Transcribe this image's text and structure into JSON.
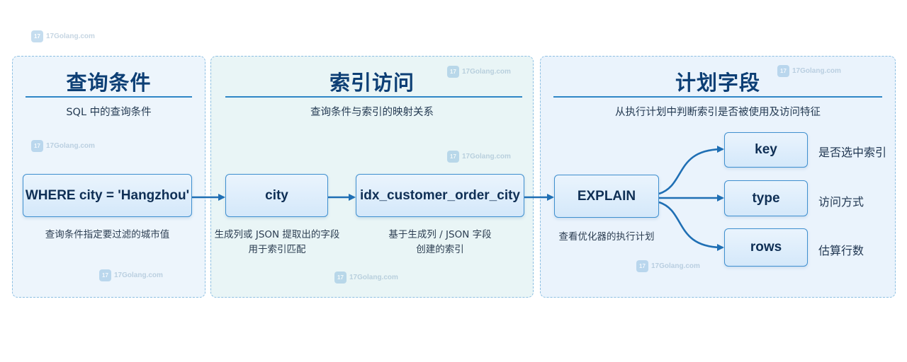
{
  "watermark": {
    "text": "17Golang.com",
    "logo": "17"
  },
  "panels": {
    "query": {
      "title": "查询条件",
      "subtitle": "SQL 中的查询条件",
      "node": "WHERE city = 'Hangzhou'",
      "caption": "查询条件指定要过滤的城市值"
    },
    "index": {
      "title": "索引访问",
      "subtitle": "查询条件与索引的映射关系",
      "node_column": "city",
      "caption_column": [
        "生成列或 JSON 提取出的字段",
        "用于索引匹配"
      ],
      "node_index": "idx_customer_order_city",
      "caption_index": [
        "基于生成列 / JSON 字段",
        "创建的索引"
      ]
    },
    "plan": {
      "title": "计划字段",
      "subtitle": "从执行计划中判断索引是否被使用及访问特征",
      "node": "EXPLAIN",
      "caption": "查看优化器的执行计划",
      "fields": [
        {
          "name": "key",
          "desc": "是否选中索引"
        },
        {
          "name": "type",
          "desc": "访问方式"
        },
        {
          "name": "rows",
          "desc": "估算行数"
        }
      ]
    }
  },
  "colors": {
    "accent": "#2f86c6",
    "title": "#0d3f75",
    "arrow": "#1f6fb4"
  }
}
